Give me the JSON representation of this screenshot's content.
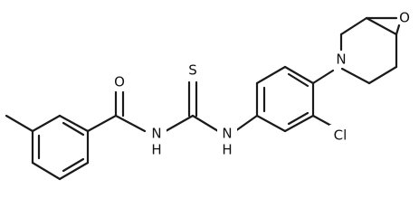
{
  "atoms": {
    "oxygen_carbonyl": "O",
    "sulfur": "S",
    "nh_left": "N",
    "nh_left_h": "H",
    "nh_right": "N",
    "nh_right_h": "H",
    "chlorine": "Cl",
    "morpholine_n": "N",
    "morpholine_o": "O"
  }
}
